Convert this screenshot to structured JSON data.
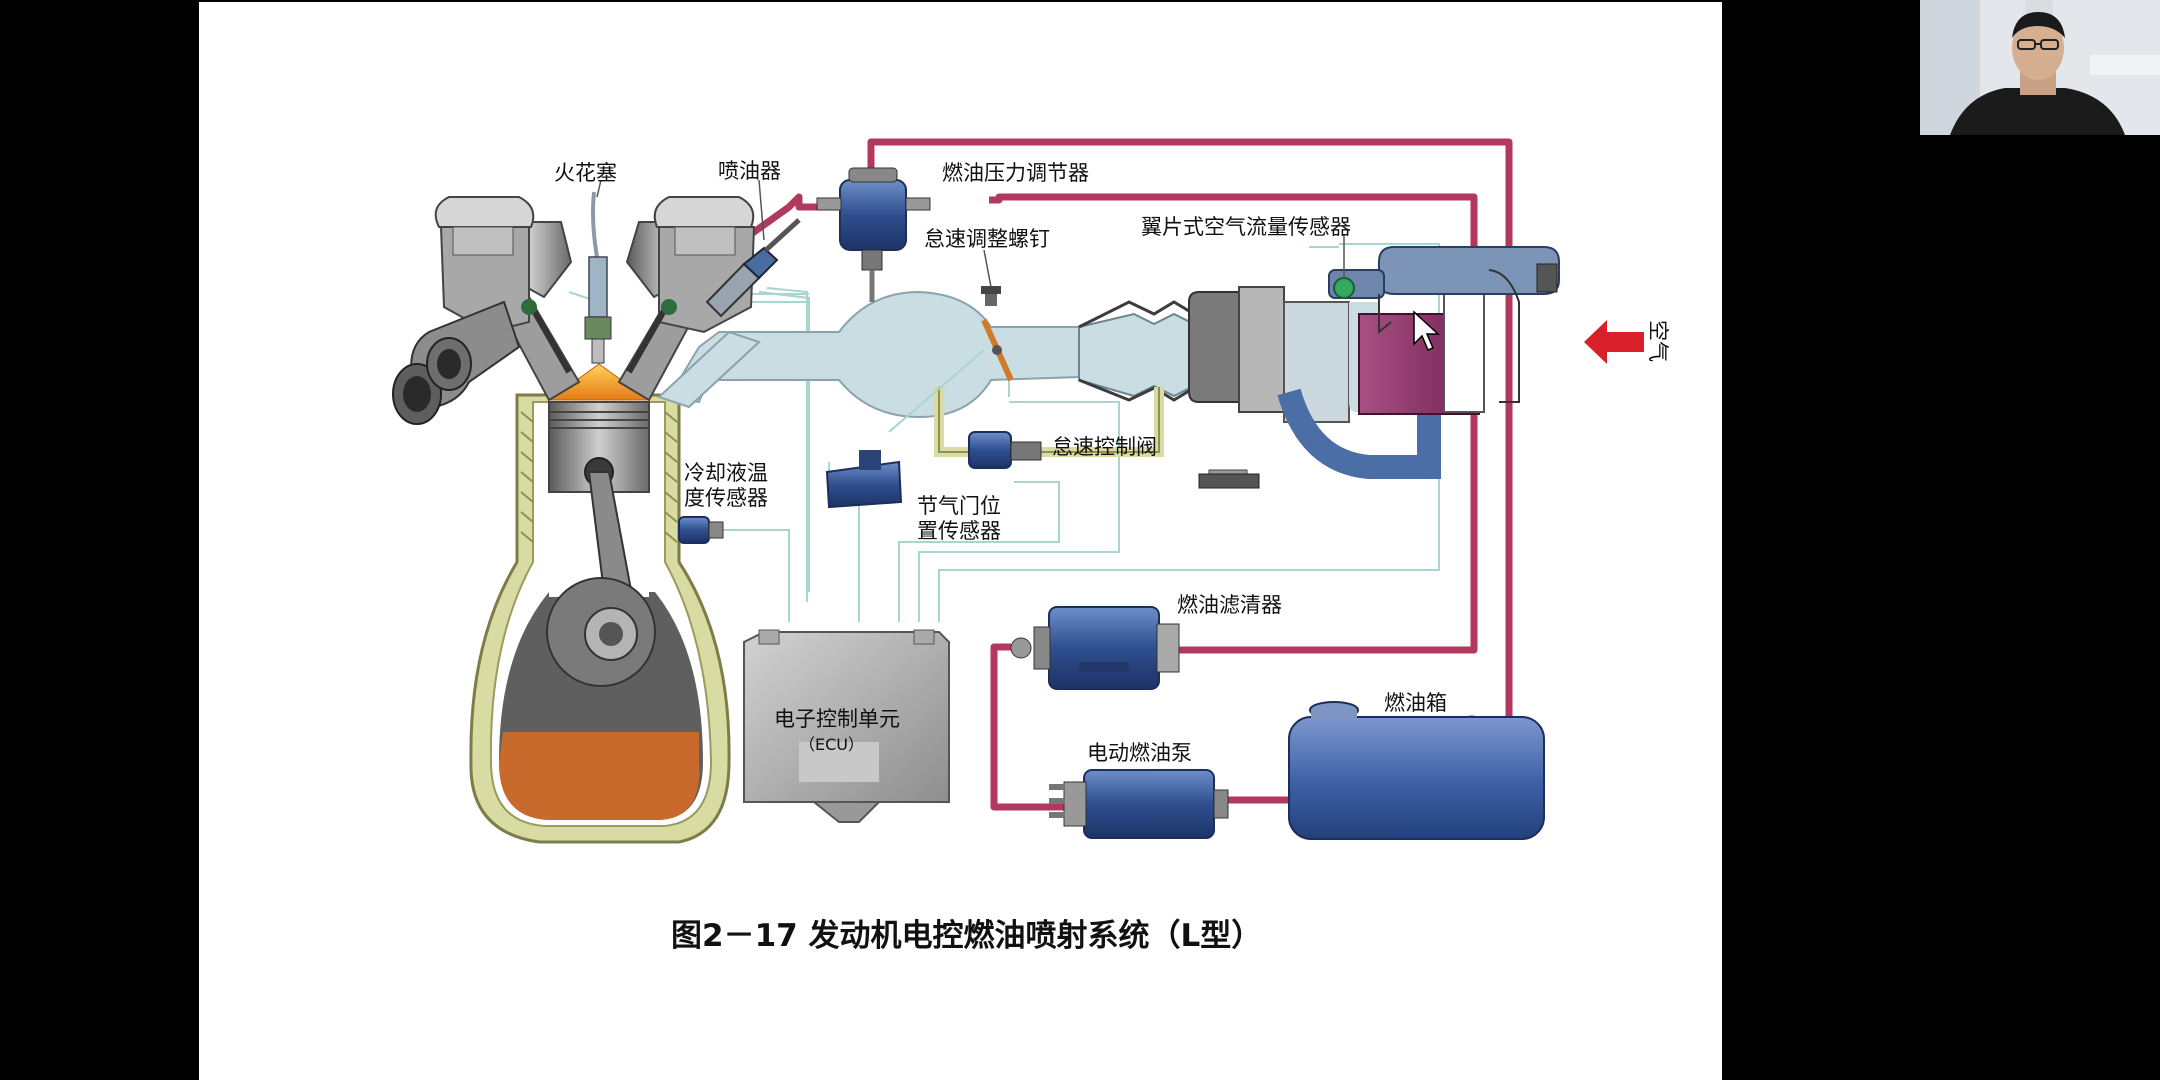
{
  "labels": {
    "spark_plug": "火花塞",
    "injector": "喷油器",
    "pressure_regulator": "燃油压力调节器",
    "idle_screw": "怠速调整螺钉",
    "air_flow_sensor": "翼片式空气流量传感器",
    "air": "空气",
    "idle_valve": "怠速控制阀",
    "coolant_sensor_l1": "冷却液温",
    "coolant_sensor_l2": "度传感器",
    "throttle_sensor_l1": "节气门位",
    "throttle_sensor_l2": "置传感器",
    "fuel_filter": "燃油滤清器",
    "fuel_tank": "燃油箱",
    "fuel_pump": "电动燃油泵",
    "ecu_l1": "电子控制单元",
    "ecu_l2": "（ECU）"
  },
  "caption": "图2－17  发动机电控燃油喷射系统（L型）",
  "colors": {
    "fuel_line": "#b2385e",
    "signal_wire": "#a8d6cf",
    "intake": "#c9dde3",
    "blue_part": "#3f5f9c",
    "coolant_wall": "#d9dca2",
    "oil": "#c86a2c",
    "afm_body": "#8e3a6c",
    "arrow": "#d8202a"
  }
}
